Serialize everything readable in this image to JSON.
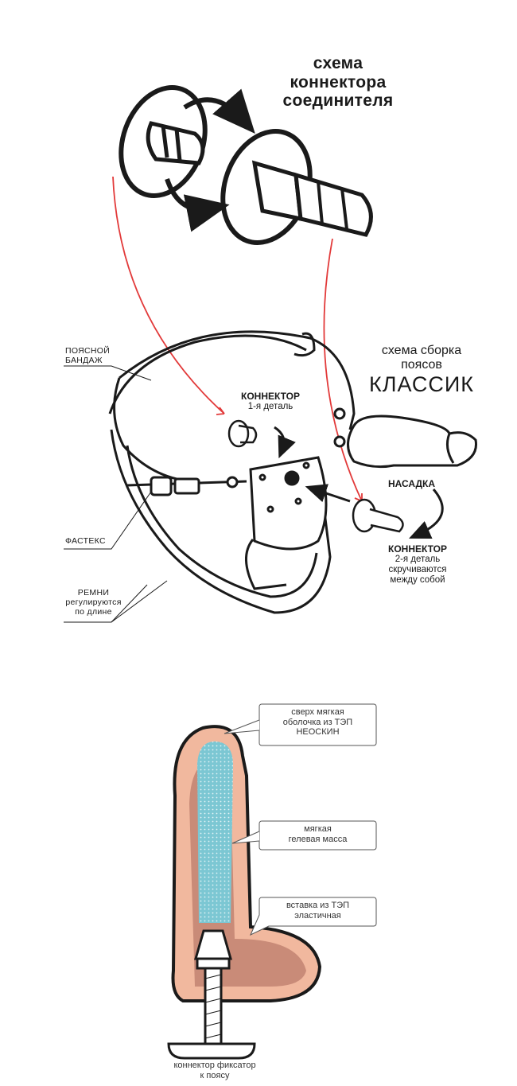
{
  "connector_schema": {
    "title_lines": [
      "схема",
      "коннектора",
      "соединителя"
    ]
  },
  "assembly": {
    "title_line1": "схема сборка",
    "title_line2": "поясов",
    "title_line3": "КЛАССИК"
  },
  "labels": {
    "belt_bandage": [
      "ПОЯСНОЙ",
      "БАНДАЖ"
    ],
    "fastex": "ФАСТЕКС",
    "straps": [
      "РЕМНИ",
      "регулируются",
      "по длине"
    ],
    "connector1_title": "КОННЕКТОР",
    "connector1_sub": "1-я деталь",
    "attachment": "НАСАДКА",
    "connector2_title": "КОННЕКТОР",
    "connector2_sub": [
      "2-я деталь",
      "скручиваются",
      "между собой"
    ]
  },
  "layers": {
    "shell": [
      "сверх мягкая",
      "оболочка из ТЭП",
      "НЕОСКИН"
    ],
    "gel": [
      "мягкая",
      "гелевая масса"
    ],
    "insert": [
      "вставка из ТЭП",
      "эластичная"
    ],
    "connector": [
      "коннектор фиксатор",
      "к поясу"
    ]
  },
  "colors": {
    "outline": "#1a1a1a",
    "arrow_red": "#e23a3a",
    "skin_light": "#f1b89e",
    "skin_dark": "#c98b78",
    "gel": "#7cc7d3"
  }
}
